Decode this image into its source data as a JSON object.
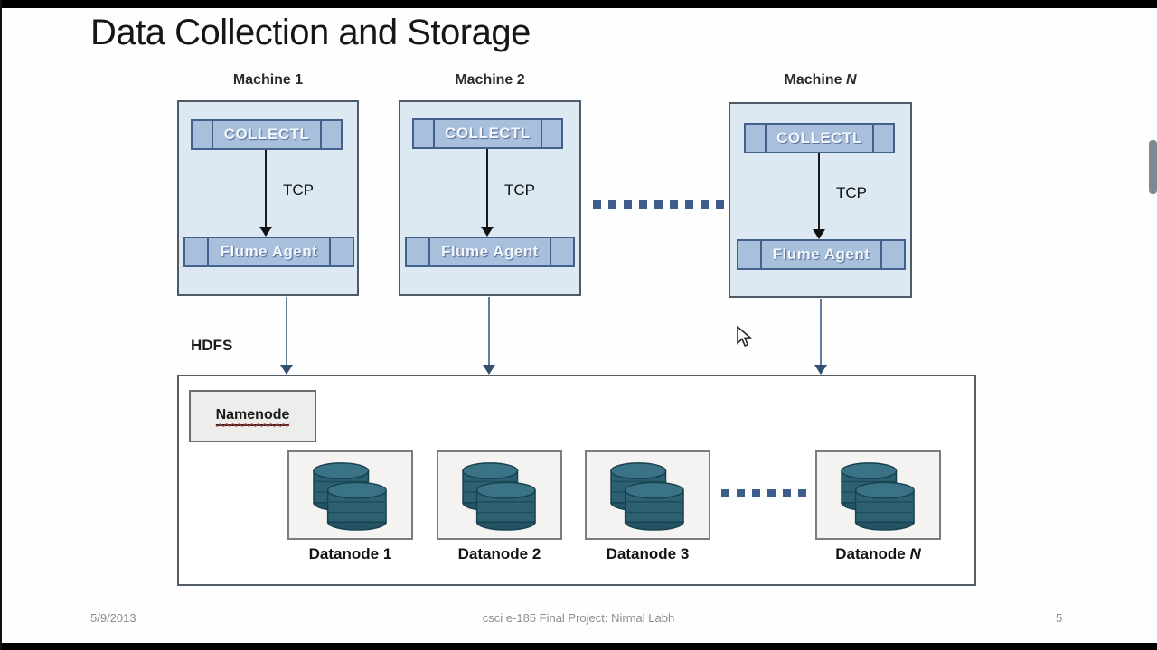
{
  "slide": {
    "title": "Data Collection and Storage",
    "hdfs_label": "HDFS",
    "namenode_label": "Namenode"
  },
  "machines": [
    {
      "name": "Machine",
      "num": "1",
      "collectl_label": "COLLECTL",
      "tcp_label": "TCP",
      "flume_label": "Flume Agent"
    },
    {
      "name": "Machine",
      "num": "2",
      "collectl_label": "COLLECTL",
      "tcp_label": "TCP",
      "flume_label": "Flume Agent"
    },
    {
      "name": "Machine",
      "num": "N",
      "collectl_label": "COLLECTL",
      "tcp_label": "TCP",
      "flume_label": "Flume Agent"
    }
  ],
  "datanodes": [
    {
      "name": "Datanode",
      "num": "1"
    },
    {
      "name": "Datanode",
      "num": "2"
    },
    {
      "name": "Datanode",
      "num": "3"
    },
    {
      "name": "Datanode",
      "num": "N"
    }
  ],
  "footer": {
    "date": "5/9/2013",
    "center": "csci e-185 Final Project: Nirmal Labh",
    "page": "5"
  },
  "colors": {
    "machine_fill": "#dde9f2",
    "machine_border": "#4e5a66",
    "bar_fill": "#a9c0dd",
    "bar_border": "#44618e",
    "dotted_connector": "#3f5d8c",
    "arrow_blue": "#5f7f9d",
    "datanode_cylinder": "#2d6172",
    "namenode_fill": "#ededec",
    "spellcheck_squiggle": "#c23b3b",
    "footer_text": "#8c8c8c"
  }
}
